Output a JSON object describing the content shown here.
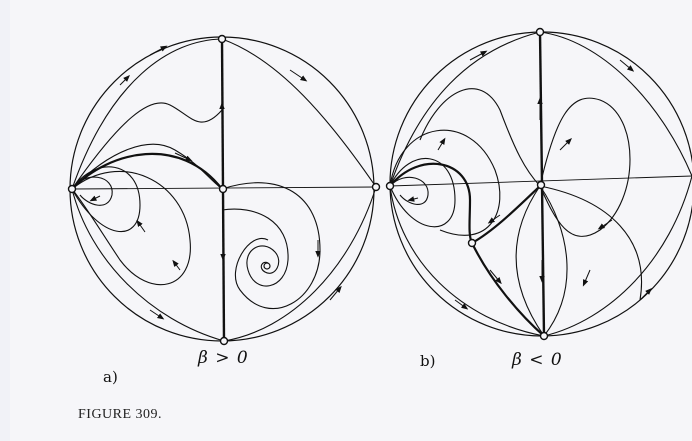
{
  "panels": [
    {
      "label": "a)",
      "condition": "β > 0"
    },
    {
      "label": "b)",
      "condition": "β < 0"
    }
  ],
  "caption": "FIGURE 309.",
  "colors": {
    "ink": "#111111",
    "paper": "#f6f6f9"
  }
}
